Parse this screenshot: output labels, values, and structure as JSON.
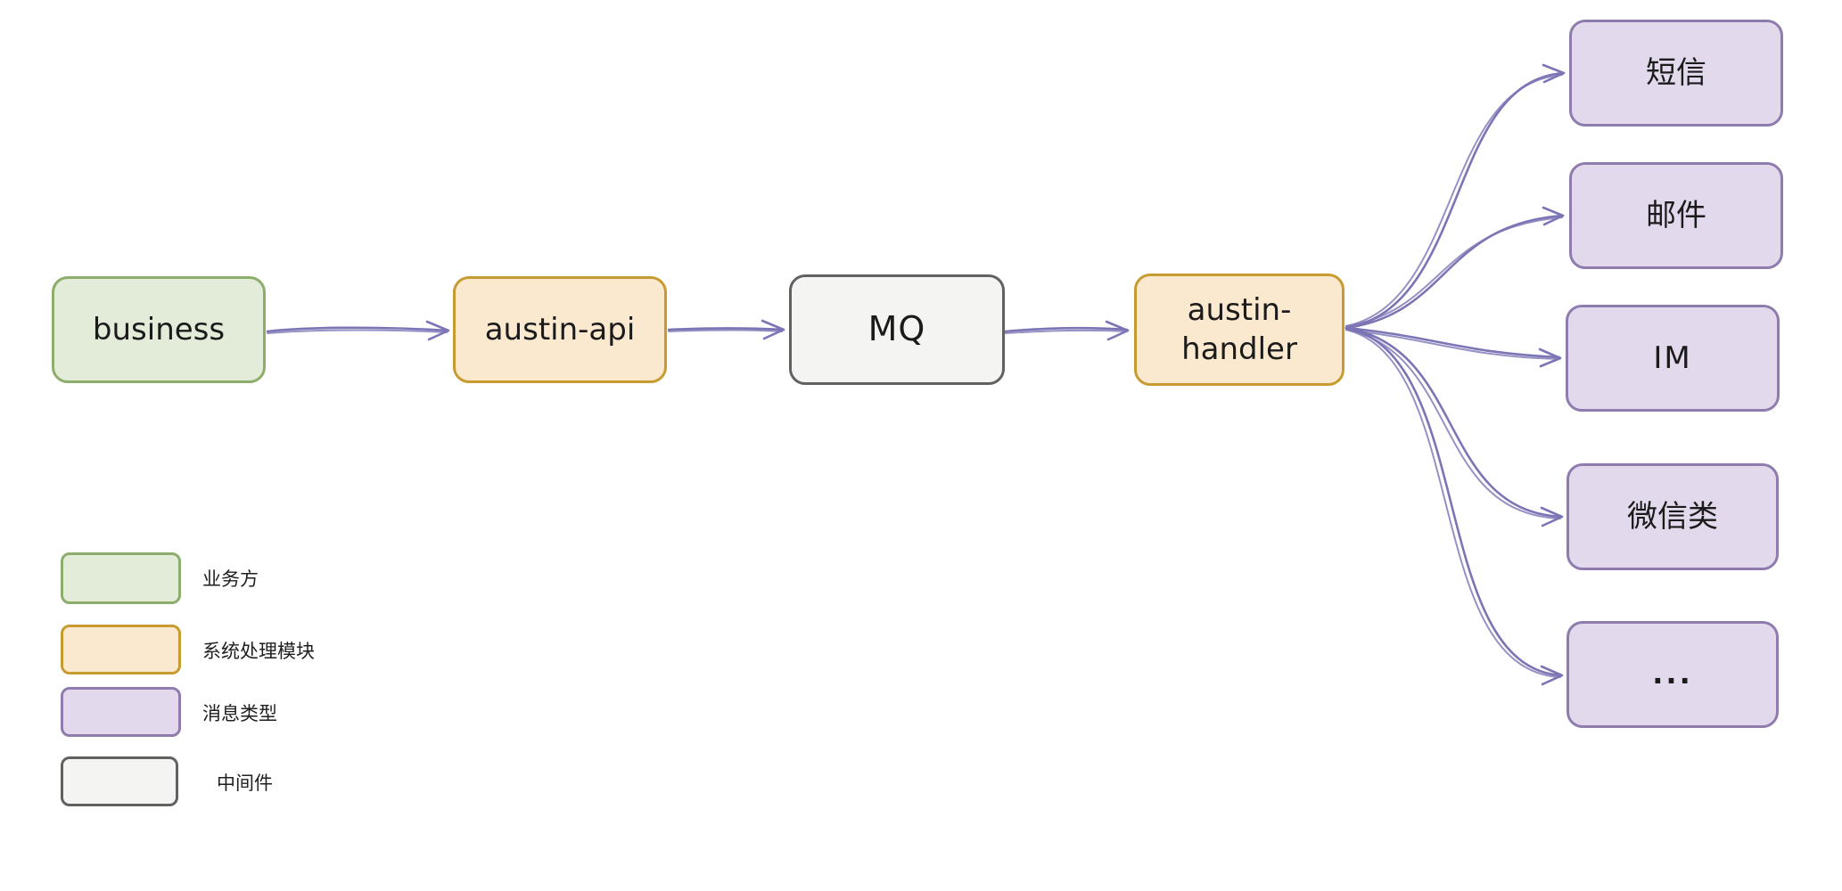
{
  "colors": {
    "arrow": "#7c75b5",
    "green_fill": "#e2ecd8",
    "green_stroke": "#8cad6c",
    "orange_fill": "#fbe9cf",
    "orange_stroke": "#c89b30",
    "purple_fill": "#e2daec",
    "purple_stroke": "#8f7cae",
    "gray_fill": "#f4f4f3",
    "gray_stroke": "#616161",
    "label_text": "#1b1b1b"
  },
  "flow": {
    "nodes": {
      "business": {
        "label": "business"
      },
      "austin_api": {
        "label": "austin-api"
      },
      "mq": {
        "label": "MQ"
      },
      "austin_handler": {
        "label": "austin-\nhandler"
      },
      "sms": {
        "label": "短信"
      },
      "email": {
        "label": "邮件"
      },
      "im": {
        "label": "IM"
      },
      "wechat": {
        "label": "微信类"
      },
      "more": {
        "label": "..."
      }
    }
  },
  "legend": {
    "items": [
      {
        "label": "业务方",
        "swatch": "green"
      },
      {
        "label": "系统处理模块",
        "swatch": "orange"
      },
      {
        "label": "消息类型",
        "swatch": "purple"
      },
      {
        "label": "中间件",
        "swatch": "gray"
      }
    ]
  }
}
